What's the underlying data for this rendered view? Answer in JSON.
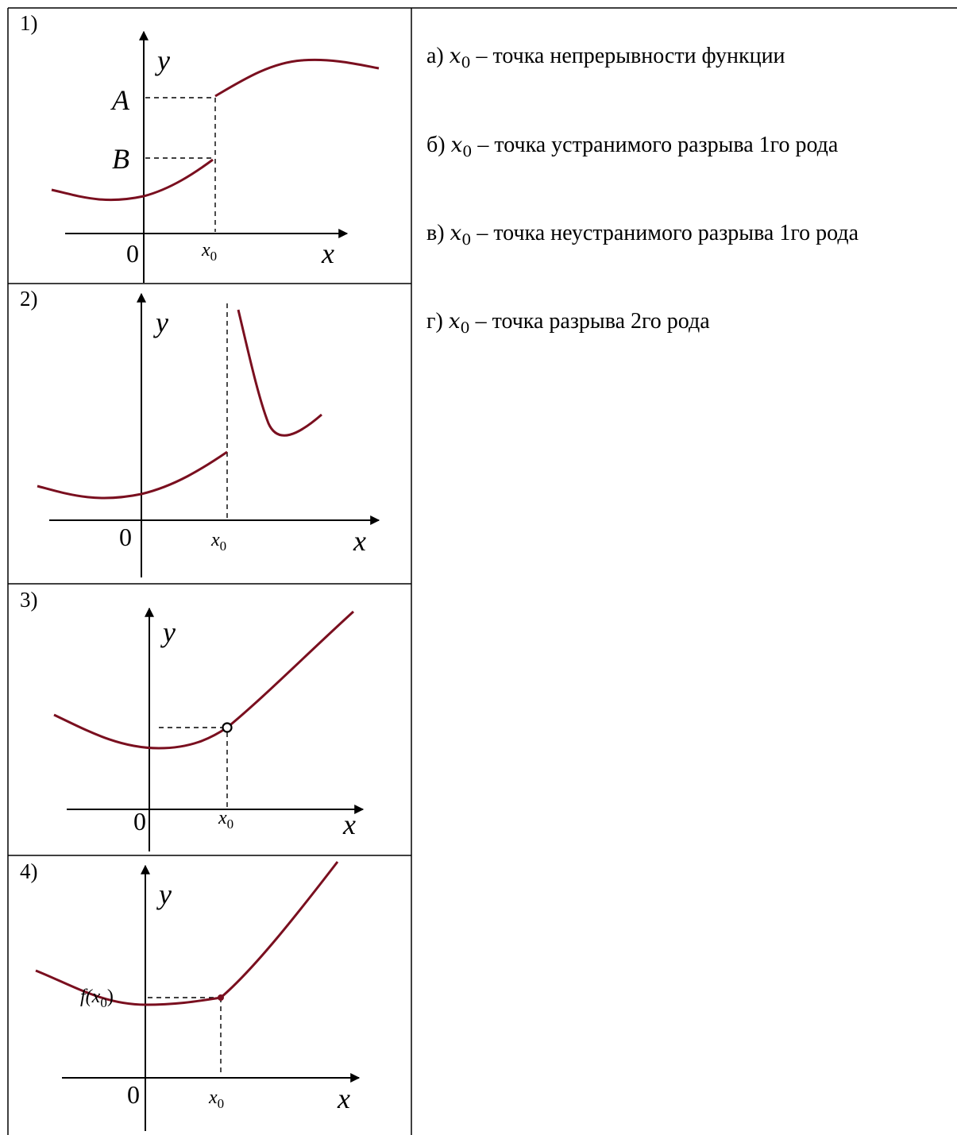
{
  "panels": [
    {
      "label": "1)",
      "y_axis": "y",
      "x_axis": "x",
      "origin": "0",
      "x0": "x",
      "x0_sub": "0",
      "mark_a": "A",
      "mark_b": "B"
    },
    {
      "label": "2)",
      "y_axis": "y",
      "x_axis": "x",
      "origin": "0",
      "x0": "x",
      "x0_sub": "0"
    },
    {
      "label": "3)",
      "y_axis": "y",
      "x_axis": "x",
      "origin": "0",
      "x0": "x",
      "x0_sub": "0"
    },
    {
      "label": "4)",
      "y_axis": "y",
      "x_axis": "x",
      "origin": "0",
      "x0": "x",
      "x0_sub": "0",
      "f_label": "f",
      "f_arg": "(x",
      "f_arg_sub": "0",
      "f_close": ")"
    }
  ],
  "options": [
    {
      "prefix": "а)",
      "symbol": "x",
      "sub": "0",
      "text": "– точка непрерывности функции"
    },
    {
      "prefix": "б)",
      "symbol": "x",
      "sub": "0",
      "text": "– точка устранимого разрыва 1го рода"
    },
    {
      "prefix": "в)",
      "symbol": "x",
      "sub": "0",
      "text": "– точка неустранимого разрыва 1го рода"
    },
    {
      "prefix": "г)",
      "symbol": "x",
      "sub": "0",
      "text": "– точка разрыва 2го рода"
    }
  ],
  "colors": {
    "curve": "#7a0f1f",
    "lines": "#000000"
  }
}
